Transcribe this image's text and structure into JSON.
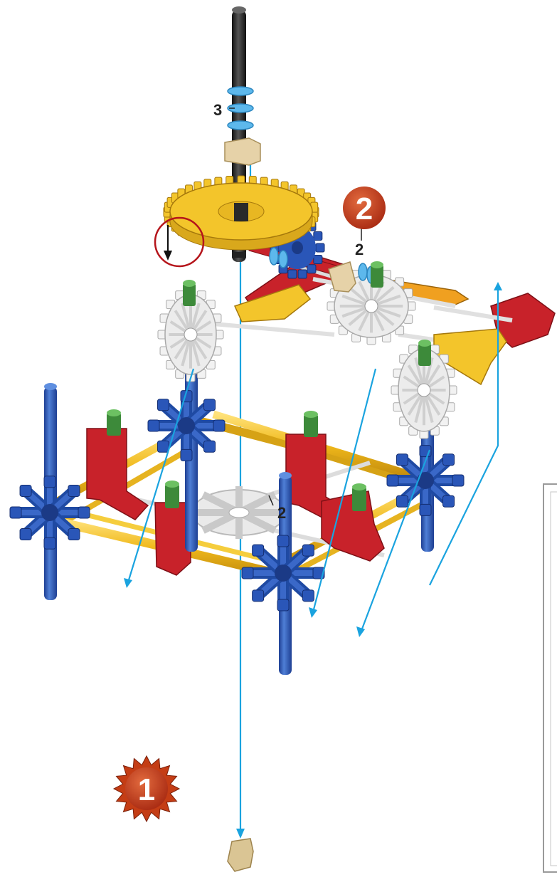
{
  "steps": {
    "step_one": "1",
    "step_two": "2"
  },
  "quantity_labels": {
    "upper_spacers": "3",
    "axle_spacers_left": "2",
    "axle_spacers_right": "2"
  },
  "colors": {
    "guide_line": "#1aa3df",
    "step_badge": "#c0391b",
    "callout_circle": "#b5151b",
    "axle": "#2b2b2b",
    "blue_part": "#2a56b8",
    "yellow_part": "#f3c52b",
    "red_part": "#c8222a",
    "white_part": "#ebebeb",
    "green_part": "#3d8a3a",
    "panel_border": "#9a9a9a"
  }
}
